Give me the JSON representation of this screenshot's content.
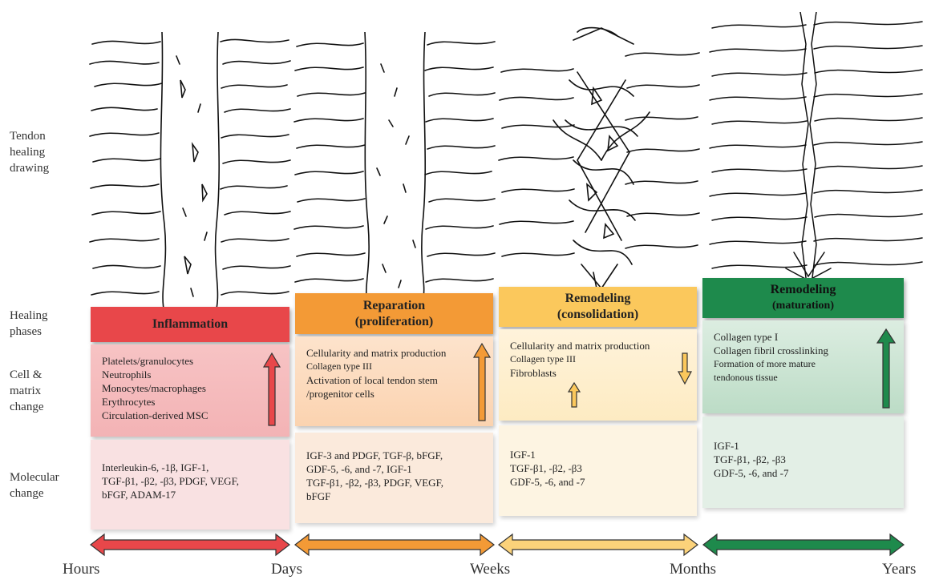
{
  "row_labels": {
    "drawing": "Tendon\nhealing\ndrawing",
    "phases": "Healing\nphases",
    "cell": "Cell &\nmatrix\nchange",
    "molecular": "Molecular\nchange"
  },
  "columns": [
    {
      "phase_lines": [
        "Inflammation"
      ],
      "phase_color": "#e8474a",
      "cell_items": [
        "Platelets/granulocytes",
        "Neutrophils",
        "Monocytes/macrophages",
        "Erythrocytes",
        "Circulation-derived MSC"
      ],
      "cell_arrow": "up",
      "cell_color": "#f7c3c4",
      "mol_items": [
        "Interleukin-6, -1β, IGF-1,",
        "TGF-β1, -β2, -β3, PDGF, VEGF,",
        "bFGF, ADAM-17"
      ],
      "mol_color": "#f9e1e2",
      "arrow_color": "#e8474a"
    },
    {
      "phase_lines": [
        "Reparation",
        "(proliferation)"
      ],
      "phase_color": "#f39a36",
      "cell_items": [
        "Cellularity and matrix production",
        "Collagen type III",
        "Activation of local tendon stem",
        "/progenitor cells"
      ],
      "cell_arrow": "up",
      "cell_color": "#fbd3b0",
      "mol_items": [
        "IGF-3 and PDGF, TGF-β, bFGF,",
        "GDF-5, -6, and -7, IGF-1",
        "TGF-β1, -β2, -β3, PDGF, VEGF,",
        "bFGF"
      ],
      "mol_color": "#fbeadc",
      "arrow_color": "#f39a36"
    },
    {
      "phase_lines": [
        "Remodeling",
        "(consolidation)"
      ],
      "phase_color": "#fbc85c",
      "cell_items": [
        "Cellularity and matrix production",
        "Collagen type III",
        "Fibroblasts"
      ],
      "cell_arrow": "down",
      "cell_color": "#fdebc2",
      "mol_items": [
        "IGF-1",
        "TGF-β1, -β2, -β3",
        "GDF-5, -6, and -7"
      ],
      "mol_color": "#fdf4e2",
      "arrow_color": "#fbc85c"
    },
    {
      "phase_lines": [
        "Remodeling",
        "(maturation)"
      ],
      "phase_color": "#1e8a4c",
      "cell_items": [
        "Collagen type I",
        "Collagen fibril crosslinking",
        "Formation of more mature",
        "tendonous tissue"
      ],
      "cell_arrow": "up",
      "cell_color": "#cbe3d2",
      "mol_items": [
        "IGF-1",
        "TGF-β1, -β2, -β3",
        "GDF-5, -6, and -7"
      ],
      "mol_color": "#e3efe6",
      "arrow_color": "#1e8a4c"
    }
  ],
  "timeline": [
    "Hours",
    "Days",
    "Weeks",
    "Months",
    "Years"
  ]
}
